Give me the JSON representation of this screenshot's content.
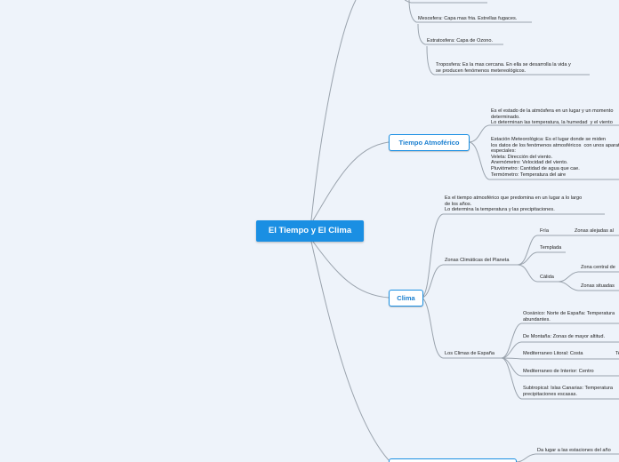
{
  "central": "El Tiempo y El Clima",
  "main_topics": {
    "tiempo": "Tiempo Atmoférico",
    "clima": "Clima"
  },
  "atmosfera": {
    "mesosfera": "Mesosfera: Capa mas fria. Estrellas fugaces.",
    "estratosfera": "Estratosfera: Capa de Ozono.",
    "troposfera": "Troposfera: Es la mas cercana. En ella se desarrolla la vida y\nse producen fenómenos metereológicos."
  },
  "tiempo": {
    "definicion": "Es el estado de la atmósfera en un lugar y un momento\ndeterminado.\nLo determinan las temperatura, la humedad  y el viento",
    "estacion": "Estación Meteorológica: Es el lugar donde se miden\nlos datos de los fenómenos atmosféricos  con unos aparatos\nespeciales:\nVeleta: Dirección del viento.\nAnemómetro: Velocidad del viento.\nPluviómetro: Cantidad de agua que cae.\nTermómetro: Temperatura del aire"
  },
  "clima": {
    "definicion": "Es el tiempo atmosférico que predomina en un lugar a lo largo\nde los años.\nLo determina la temperatura y las precipitaciones.",
    "zonas_label": "Zonas Climáticas del Planeta",
    "fria": "Fría",
    "fria_detalle": "Zonas alejadas al",
    "templada": "Templada",
    "calida": "Cálida",
    "calida_1": "Zona central de",
    "calida_2": "Zonas situadas",
    "espana_label": "Los Climas de España",
    "oceanico": "Oceánico: Norte de España: Temperatura\nabundantes.",
    "montana": "De Montaña: Zonas de mayor altitud.",
    "med_litoral": "Mediterraneo Litoral: Costa",
    "med_litoral_detalle": "Te",
    "med_interior": "Mediterraneo de Interior: Centro",
    "subtropical": "Subtropical: Islas Canarias: Temperatura\nprecipitaciones escasas."
  },
  "tierra": {
    "estaciones": "Da lugar a las estaciones del año"
  },
  "colors": {
    "central_bg": "#1a8fe3",
    "line": "#9aa3ad",
    "main_border": "#1a8fe3",
    "background": "#eef3fa"
  }
}
